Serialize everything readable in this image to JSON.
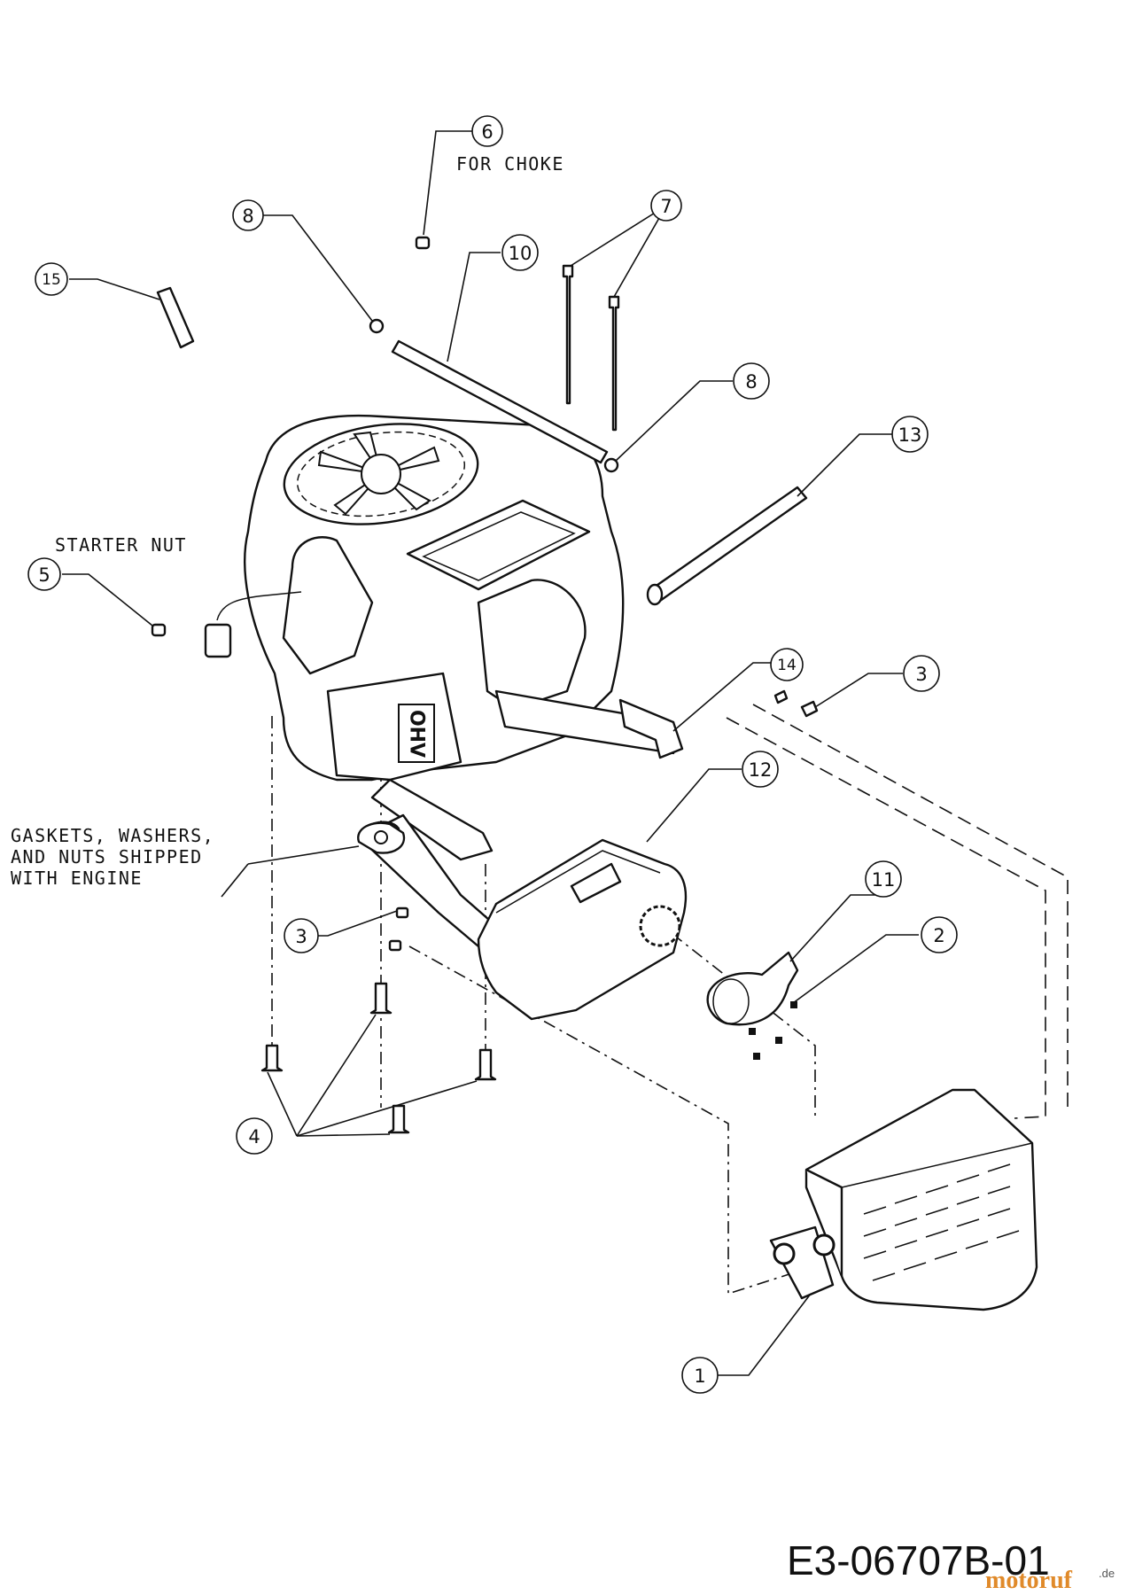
{
  "callouts": [
    {
      "num": "6"
    },
    {
      "num": "8"
    },
    {
      "num": "10"
    },
    {
      "num": "7"
    },
    {
      "num": "15"
    },
    {
      "num": "8"
    },
    {
      "num": "13"
    },
    {
      "num": "5"
    },
    {
      "num": "14"
    },
    {
      "num": "3"
    },
    {
      "num": "12"
    },
    {
      "num": "11"
    },
    {
      "num": "2"
    },
    {
      "num": "3"
    },
    {
      "num": "4"
    },
    {
      "num": "1"
    }
  ],
  "notes": {
    "for_choke": "FOR CHOKE",
    "starter_nut": "STARTER NUT",
    "gaskets_line1": "GASKETS, WASHERS,",
    "gaskets_line2": "AND NUTS SHIPPED",
    "gaskets_line3": "WITH ENGINE"
  },
  "engine_label": "OHV",
  "drawing_code": "E3-06707B-01",
  "watermark": {
    "main": "motoruf",
    "suffix": ".de"
  }
}
